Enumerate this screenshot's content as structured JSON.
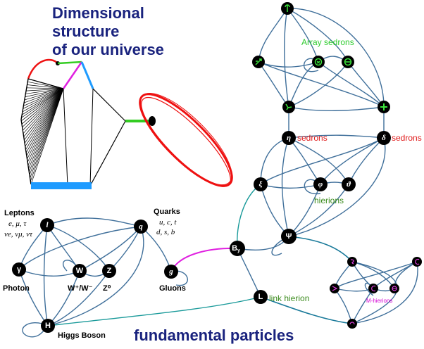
{
  "title": {
    "line1": "Dimensional",
    "line2": "structure",
    "line3": "of our universe"
  },
  "footer_title": "fundamental particles",
  "labels": {
    "array_sedrons": "Array sedrons",
    "sedrons_left": "sedrons",
    "sedrons_right": "sedrons",
    "hierions": "hierions",
    "link_hierion": "link hierion",
    "m_hierions": "M-hierions",
    "leptons": "Leptons",
    "leptons_row1": "e, μ, τ",
    "leptons_row2": "νe, νμ, ντ",
    "quarks": "Quarks",
    "quarks_row1": "u, c, t",
    "quarks_row2": "d, s, b",
    "photon": "Photon",
    "w_bosons": "W⁺/W⁻",
    "z_boson": "Z⁰",
    "gluons": "Gluons",
    "higgs": "Higgs Boson"
  },
  "node_symbols": {
    "lepton": "l",
    "quark": "q",
    "photon": "γ",
    "w": "W",
    "z": "Z",
    "gluon": "g",
    "higgs": "H",
    "link": "L",
    "by": "B",
    "by_sub": "y",
    "eta": "η",
    "delta": "δ",
    "xi": "ξ",
    "phi": "φ",
    "theta": "ϑ",
    "psi": "Ψ"
  },
  "icons": {
    "array_top": "sedron-glyph-icon",
    "array_left": "sedron-glyph-icon",
    "array_mid": "sedron-glyph-icon",
    "array_right": "sedron-glyph-icon",
    "array_bottom_left": "sedron-glyph-icon",
    "array_bottom_right": "sedron-glyph-icon",
    "m_hierion_nodes": "m-hierion-glyph-icon"
  },
  "colors": {
    "title_blue": "#1a237e",
    "array_green": "#2ecc2e",
    "sedron_red": "#e01b1b",
    "hierion_green": "#3c8c1e",
    "m_hierion_magenta": "#d400d4",
    "edge_blue": "#3f6f9a",
    "magenta_link": "#e020e0",
    "teal_link": "#1a9a9a",
    "band_blue": "#1e9bff",
    "ellipse_red": "#ee1111",
    "bar_green": "#33cc22"
  }
}
